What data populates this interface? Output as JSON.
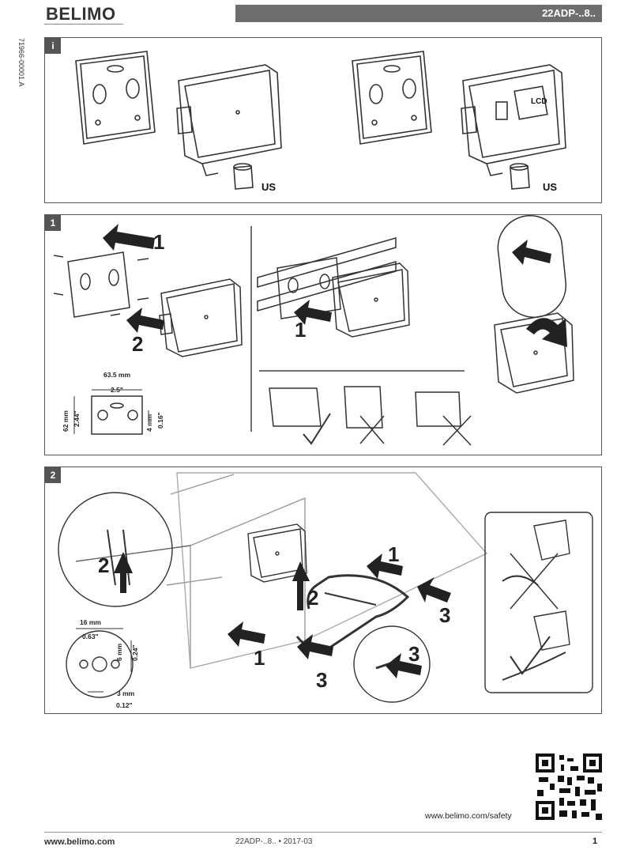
{
  "header": {
    "brand": "BELIMO",
    "product_code": "22ADP-..8.."
  },
  "side_code": "71966-00001.A",
  "panel_i": {
    "tag": "i",
    "us_left": "US",
    "us_right": "US",
    "lcd_label": "LCD"
  },
  "panel_1": {
    "tag": "1",
    "step1": "1",
    "step2": "2",
    "rail_step1": "1",
    "dims": {
      "width_mm": "63.5 mm",
      "width_in": "2.5\"",
      "height_mm": "62 mm",
      "height_in": "2.44\"",
      "hole_mm": "4 mm",
      "hole_in": "0.16\""
    }
  },
  "panel_2": {
    "tag": "2",
    "inset_step": "2",
    "step1_upper": "1",
    "step2": "2",
    "step3_right": "3",
    "step1_lower": "1",
    "step3_lower": "3",
    "step3_inset": "3",
    "dims": {
      "dia_mm": "16 mm",
      "dia_in": "0.63\"",
      "hole_mm": "6 mm",
      "hole_in": "0.24\"",
      "thick_mm": "3 mm",
      "thick_in": "0.12\""
    }
  },
  "footer": {
    "website": "www.belimo.com",
    "doc": "22ADP-..8.. • 2017-03",
    "page": "1",
    "safety_url": "www.belimo.com/safety"
  }
}
